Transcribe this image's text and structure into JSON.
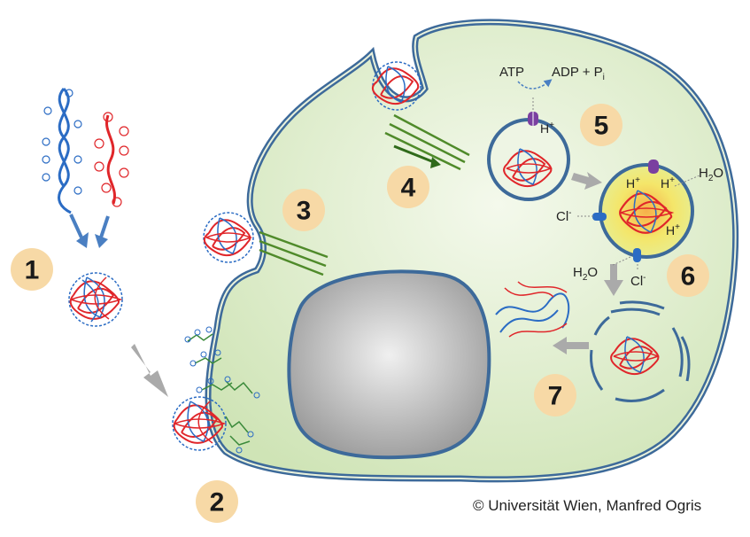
{
  "steps": [
    "1",
    "2",
    "3",
    "4",
    "5",
    "6",
    "7"
  ],
  "labels": {
    "atp": "ATP",
    "adp_pi": "ADP + P",
    "pi_sub": "i",
    "h_plus": "H",
    "plus": "+",
    "cl": "Cl",
    "minus": "-",
    "h2o_h": "H",
    "h2o_2": "2",
    "h2o_o": "O"
  },
  "credit": "© Universität Wien, Manfred Ogris",
  "colors": {
    "cell_fill": "#d6e8c0",
    "cell_border": "#3d6a9a",
    "nucleus": "#b8b8b8",
    "dna_blue": "#2b6cc4",
    "polymer_red": "#e0262a",
    "step_badge": "#f7d9a6",
    "arrow_gray": "#aaaaaa",
    "endosome_acid": "#f2ef80",
    "actin_green": "#4f8a2a",
    "pump_purple": "#7a3fa0"
  }
}
